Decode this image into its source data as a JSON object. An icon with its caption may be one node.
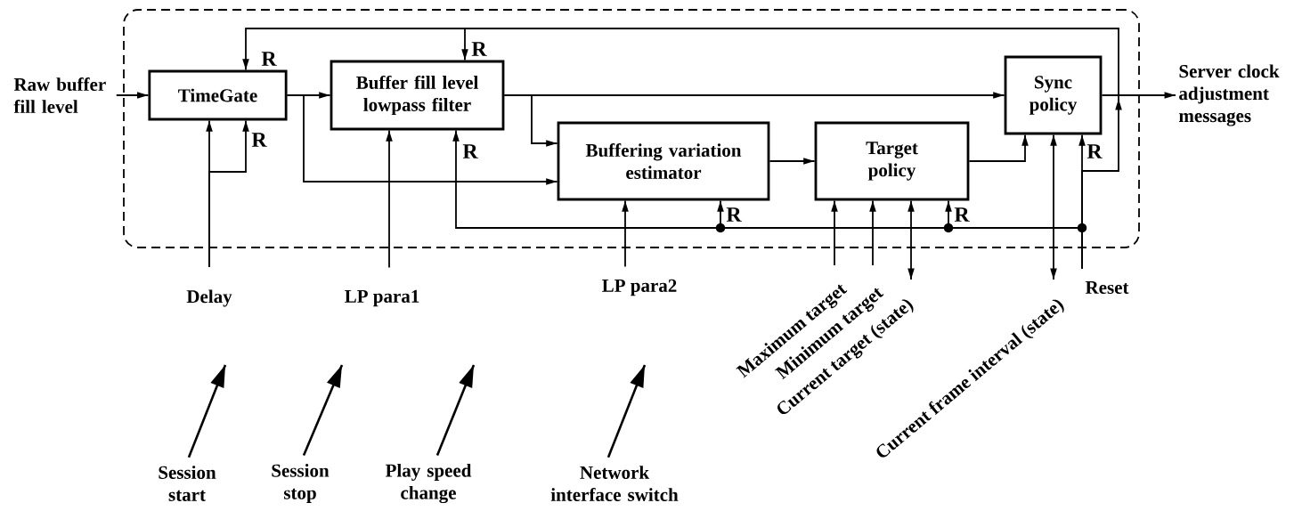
{
  "diagram": {
    "nodes": [
      {
        "text": [],
        "shape": "box"
      },
      {
        "text": [
          "Raw buffer fill level"
        ]
      },
      {
        "text": [
          "TimeGate"
        ],
        "in": 0
      },
      {
        "text": [
          "Buffer fill level lowpass filter"
        ],
        "in": 0
      },
      {
        "text": [
          "Buffering variation estimator"
        ],
        "in": 0
      },
      {
        "text": [
          "Target policy"
        ],
        "in": 0
      },
      {
        "text": [
          "Sync policy"
        ],
        "in": 0
      },
      {
        "text": [
          "Server clock adjustment messages"
        ]
      },
      {
        "text": [
          "Delay"
        ]
      },
      {
        "text": [
          "LP para1"
        ]
      },
      {
        "text": [
          "LP para2"
        ]
      },
      {
        "text": [
          "Maximum target"
        ]
      },
      {
        "text": [
          "Minimum target"
        ]
      },
      {
        "text": [
          "Current target (state)"
        ]
      },
      {
        "text": [
          "Current frame interval (state)"
        ]
      },
      {
        "text": [
          "Reset"
        ]
      },
      {
        "text": [
          "Session start"
        ]
      },
      {
        "text": [
          "Session stop"
        ]
      },
      {
        "text": [
          "Play speed change"
        ]
      },
      {
        "text": [
          "Network interface switch"
        ]
      }
    ],
    "edges": [
      {
        "from": 1,
        "to": 2,
        "arrow": "to"
      },
      {
        "from": 2,
        "to": 3,
        "arrow": "to"
      },
      {
        "from": 2,
        "to": 4,
        "arrow": "to"
      },
      {
        "from": 3,
        "to": 6,
        "arrow": "to"
      },
      {
        "from": 3,
        "to": 4,
        "arrow": "to"
      },
      {
        "from": 4,
        "to": 5,
        "arrow": "to"
      },
      {
        "from": 5,
        "to": 6,
        "arrow": "to"
      },
      {
        "from": 6,
        "to": 7,
        "arrow": "to"
      },
      {
        "from": 8,
        "to": 2,
        "arrow": "to"
      },
      {
        "from": 8,
        "to": 2,
        "arrow": "to",
        "label": "R"
      },
      {
        "from": 9,
        "to": 3,
        "arrow": "to"
      },
      {
        "from": 10,
        "to": 4,
        "arrow": "to"
      },
      {
        "from": 11,
        "to": 5,
        "arrow": "to"
      },
      {
        "from": 12,
        "to": 5,
        "arrow": "to"
      },
      {
        "from": 13,
        "to": 5,
        "arrow": "both"
      },
      {
        "from": 14,
        "to": 6,
        "arrow": "both"
      },
      {
        "from": 15,
        "to": 6,
        "arrow": "to",
        "label": "R"
      },
      {
        "from": 15,
        "to": 5,
        "arrow": "to",
        "label": "R"
      },
      {
        "from": 15,
        "to": 4,
        "arrow": "to",
        "label": "R"
      },
      {
        "from": 15,
        "to": 3,
        "arrow": "to",
        "label": "R"
      },
      {
        "from": 15,
        "to": 2,
        "arrow": "to",
        "label": "R"
      },
      {
        "from": 15,
        "to": 3,
        "arrow": "to",
        "label": "R"
      },
      {
        "from": 16,
        "to": null,
        "arrow": "to"
      },
      {
        "from": 17,
        "to": null,
        "arrow": "to"
      },
      {
        "from": 18,
        "to": null,
        "arrow": "to"
      },
      {
        "from": 19,
        "to": null,
        "arrow": "to"
      }
    ]
  }
}
